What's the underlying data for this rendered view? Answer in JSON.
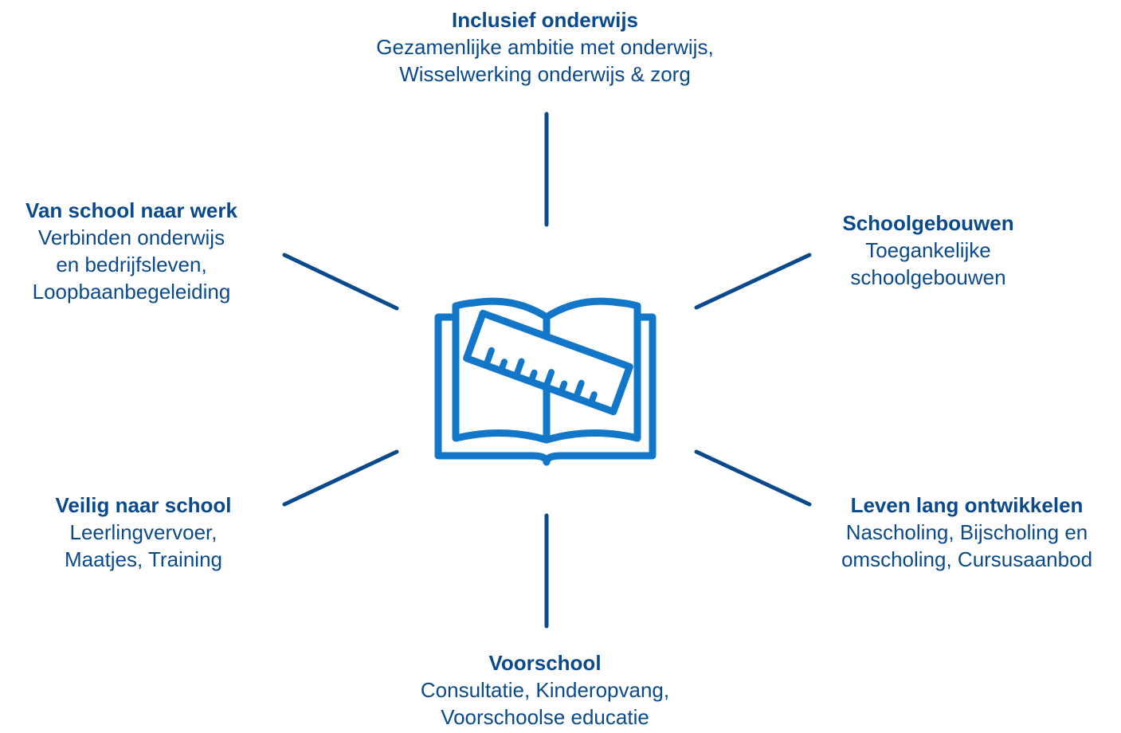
{
  "colors": {
    "text": "#0a4a8c",
    "connector": "#0a4a8c",
    "icon": "#1277c8"
  },
  "center_icon": "open-book-with-ruler-icon",
  "nodes": {
    "top": {
      "title": "Inclusief onderwijs",
      "lines": [
        "Gezamenlijke ambitie met onderwijs,",
        "Wisselwerking onderwijs & zorg"
      ]
    },
    "top_left": {
      "title": "Van school naar werk",
      "lines": [
        "Verbinden onderwijs",
        "en bedrijfsleven,",
        "Loopbaanbegeleiding"
      ]
    },
    "top_right": {
      "title": "Schoolgebouwen",
      "lines": [
        "Toegankelijke",
        "schoolgebouwen"
      ]
    },
    "bottom_left": {
      "title": "Veilig naar school",
      "lines": [
        "Leerlingvervoer,",
        "Maatjes, Training"
      ]
    },
    "bottom_right": {
      "title": "Leven lang ontwikkelen",
      "lines": [
        "Nascholing, Bijscholing en",
        "omscholing, Cursusaanbod"
      ]
    },
    "bottom": {
      "title": "Voorschool",
      "lines": [
        "Consultatie, Kinderopvang,",
        "Voorschoolse educatie"
      ]
    }
  }
}
